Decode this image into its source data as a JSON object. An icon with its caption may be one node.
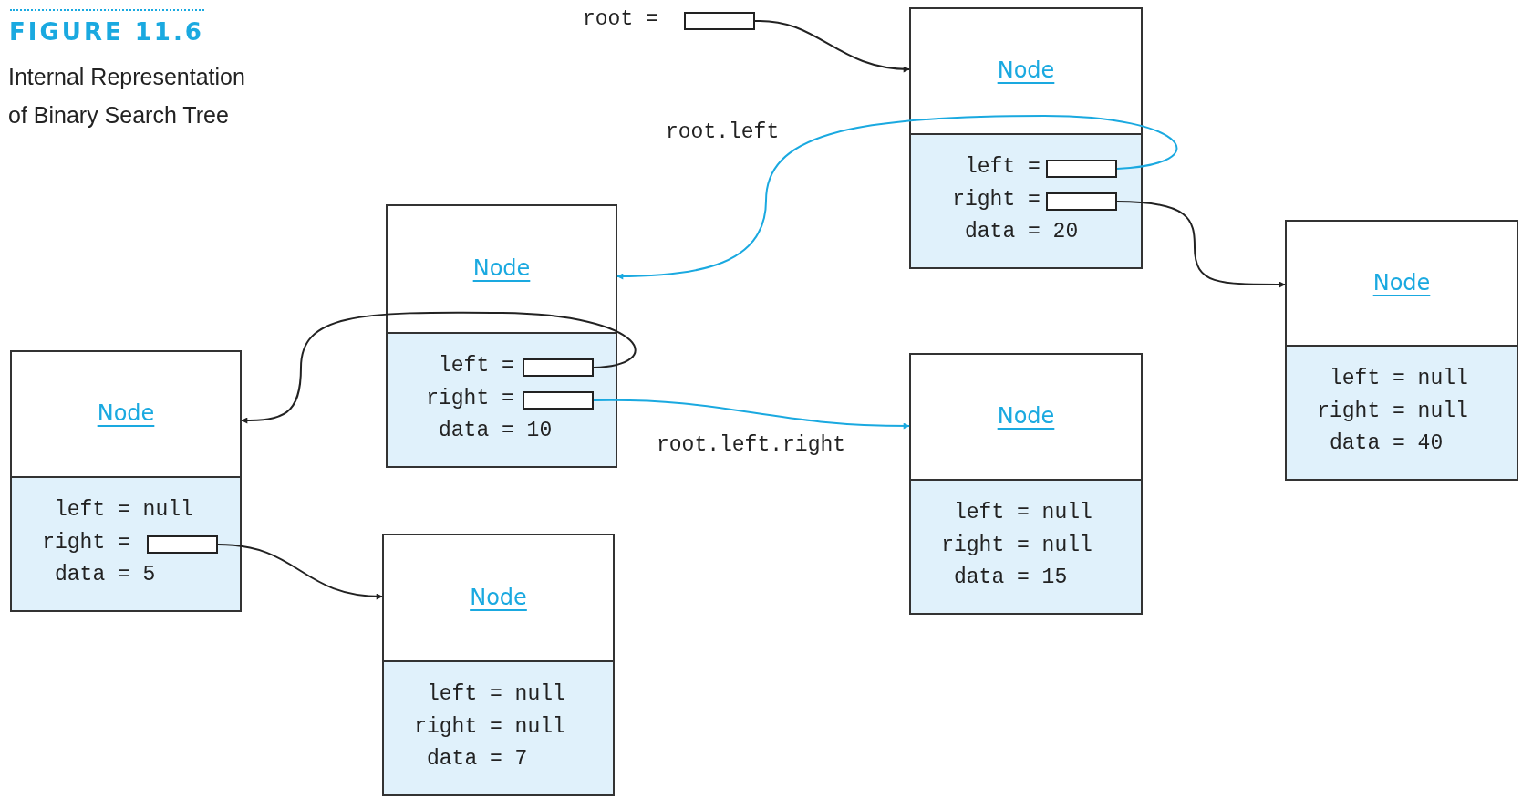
{
  "diagram": {
    "title": "FIGURE 11.6",
    "caption": "Internal Representation of Binary Search Tree",
    "nodes": [
      {
        "text": [],
        "shape": "box"
      },
      {
        "text": [
          "Node"
        ]
      },
      {
        "text": [
          "left =",
          "right =",
          "data = 20"
        ],
        "in": 1
      },
      {
        "text": [],
        "shape": "box",
        "in": 2
      },
      {
        "text": [],
        "shape": "box",
        "in": 2
      },
      {
        "text": [
          "Node"
        ]
      },
      {
        "text": [
          "left =",
          "right =",
          "data = 10"
        ],
        "in": 5
      },
      {
        "text": [],
        "shape": "box",
        "in": 6
      },
      {
        "text": [],
        "shape": "box",
        "in": 6
      },
      {
        "text": [
          "Node"
        ]
      },
      {
        "text": [
          "left = null",
          "right = null",
          "data = 40"
        ],
        "in": 9
      },
      {
        "text": [
          "Node"
        ]
      },
      {
        "text": [
          "left = null",
          "right =",
          "data = 5"
        ],
        "in": 11
      },
      {
        "text": [],
        "shape": "box",
        "in": 12
      },
      {
        "text": [
          "Node"
        ]
      },
      {
        "text": [
          "left = null",
          "right = null",
          "data = 15"
        ],
        "in": 14
      },
      {
        "text": [
          "Node"
        ]
      },
      {
        "text": [
          "left = null",
          "right = null",
          "data = 7"
        ],
        "in": 16
      }
    ],
    "edges": [
      {
        "from": 0,
        "to": 1,
        "arrow": "to"
      },
      {
        "from": 3,
        "to": 5,
        "arrow": "to",
        "label": "root.left",
        "color": "#1aa9e0"
      },
      {
        "from": 4,
        "to": 9,
        "arrow": "to"
      },
      {
        "from": 7,
        "to": 11,
        "arrow": "to"
      },
      {
        "from": 8,
        "to": 14,
        "arrow": "to",
        "label": "root.left.right",
        "color": "#1aa9e0"
      },
      {
        "from": 13,
        "to": 16,
        "arrow": "to"
      }
    ],
    "labels": [
      "root ="
    ]
  }
}
